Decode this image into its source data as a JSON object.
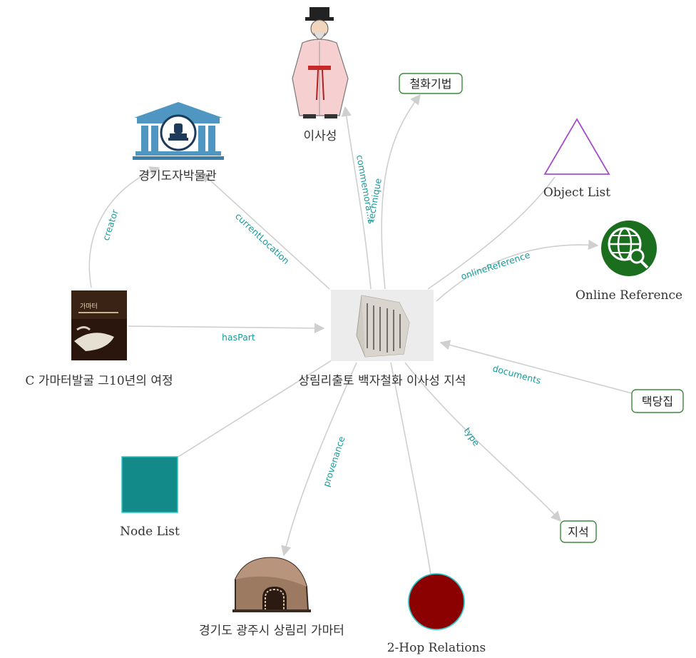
{
  "graph": {
    "center": {
      "label": "상림리출토 백자철화 이사성 지석",
      "icon": "inscribed-stone-tablet"
    },
    "nodes": {
      "person": {
        "label": "이사성",
        "icon": "joseon-scholar-figure"
      },
      "technique_tag": {
        "label": "철화기법"
      },
      "museum": {
        "label": "경기도자박물관",
        "icon": "museum-building"
      },
      "object_list": {
        "label": "Object List",
        "icon": "triangle-outline",
        "color": "#a64ec8"
      },
      "online_ref": {
        "label": "Online Reference",
        "icon": "globe-search",
        "color": "#1a6e1e"
      },
      "book": {
        "label": "C 가마터발굴 그10년의 여정",
        "icon": "book-cover"
      },
      "documents_tag": {
        "label": "택당집"
      },
      "node_list": {
        "label": "Node List",
        "icon": "teal-square",
        "color": "#138a8a"
      },
      "type_tag": {
        "label": "지석"
      },
      "kiln": {
        "label": "경기도 광주시 상림리 가마터",
        "icon": "kiln-arch"
      },
      "two_hop": {
        "label": "2-Hop Relations",
        "icon": "red-circle",
        "color": "#8b0000"
      }
    },
    "edges": {
      "creator": "creator",
      "currentLocation": "currentLocation",
      "commemorates": "commemora...s",
      "technique": "technique",
      "onlineReference": "onlineReference",
      "hasPart": "hasPart",
      "documents": "documents",
      "type": "type",
      "provenance": "provenance"
    },
    "colors": {
      "edge": "#cfcfcf",
      "edge_label": "#1a9a9a",
      "tag_border": "#3c8a3c",
      "museum_blue": "#4f97c2"
    }
  }
}
